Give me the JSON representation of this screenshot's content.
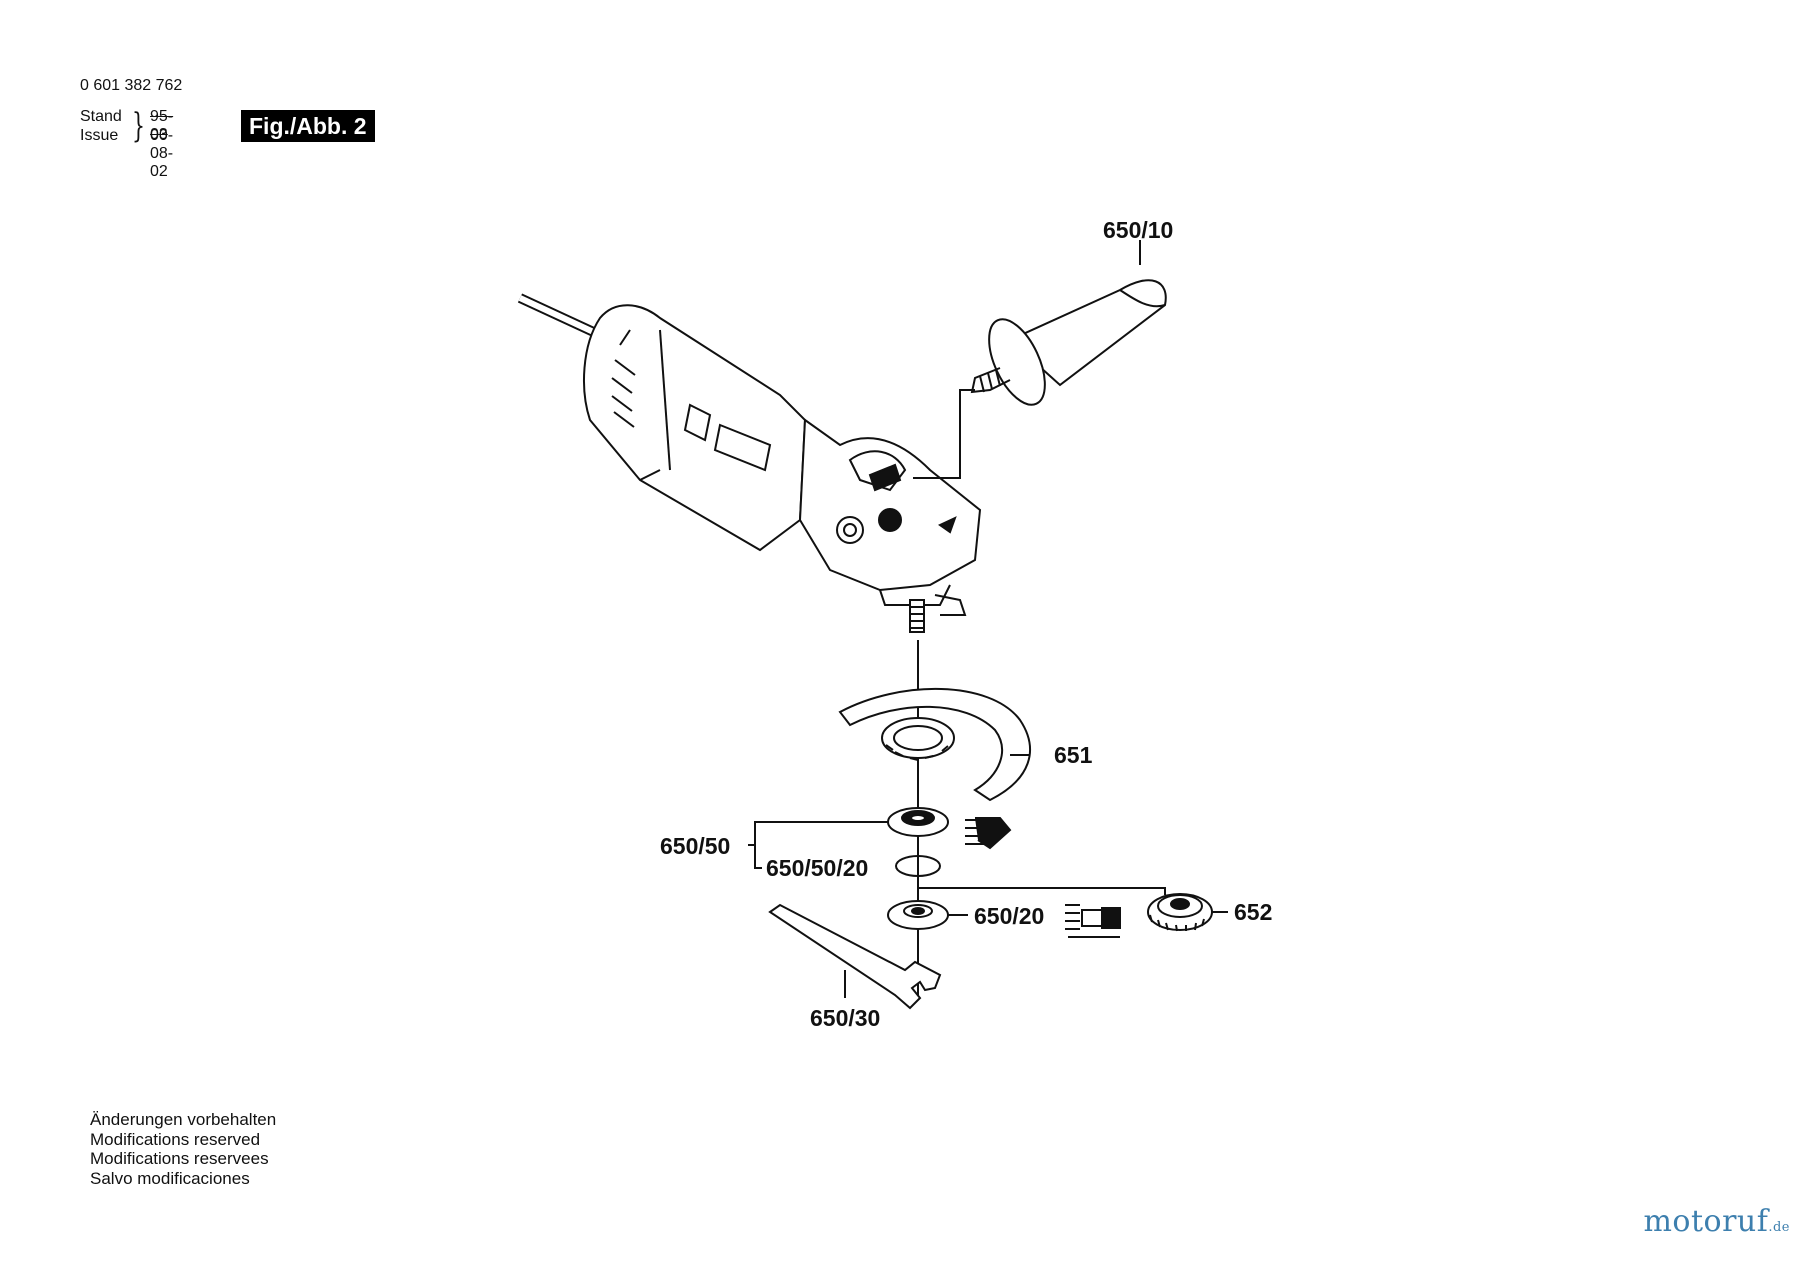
{
  "header": {
    "part_number": "0 601 382 762",
    "stand_label": "Stand",
    "issue_label": "Issue",
    "stand_date": "95-03",
    "issue_date": "00-08-02",
    "figure_label": "Fig./Abb. 2"
  },
  "callouts": {
    "handle": "650/10",
    "guard": "651",
    "flange_set": "650/50",
    "o_ring": "650/50/20",
    "clamping_nut": "650/20",
    "quick_nut": "652",
    "spanner": "650/30"
  },
  "disclaimer": [
    "Änderungen vorbehalten",
    "Modifications reserved",
    "Modifications reservees",
    "Salvo modificaciones"
  ],
  "watermark": {
    "text": "motoruf",
    "suffix": ".de",
    "colors": {
      "text": "#3d7fae",
      "accent": "#e88a2a"
    }
  }
}
